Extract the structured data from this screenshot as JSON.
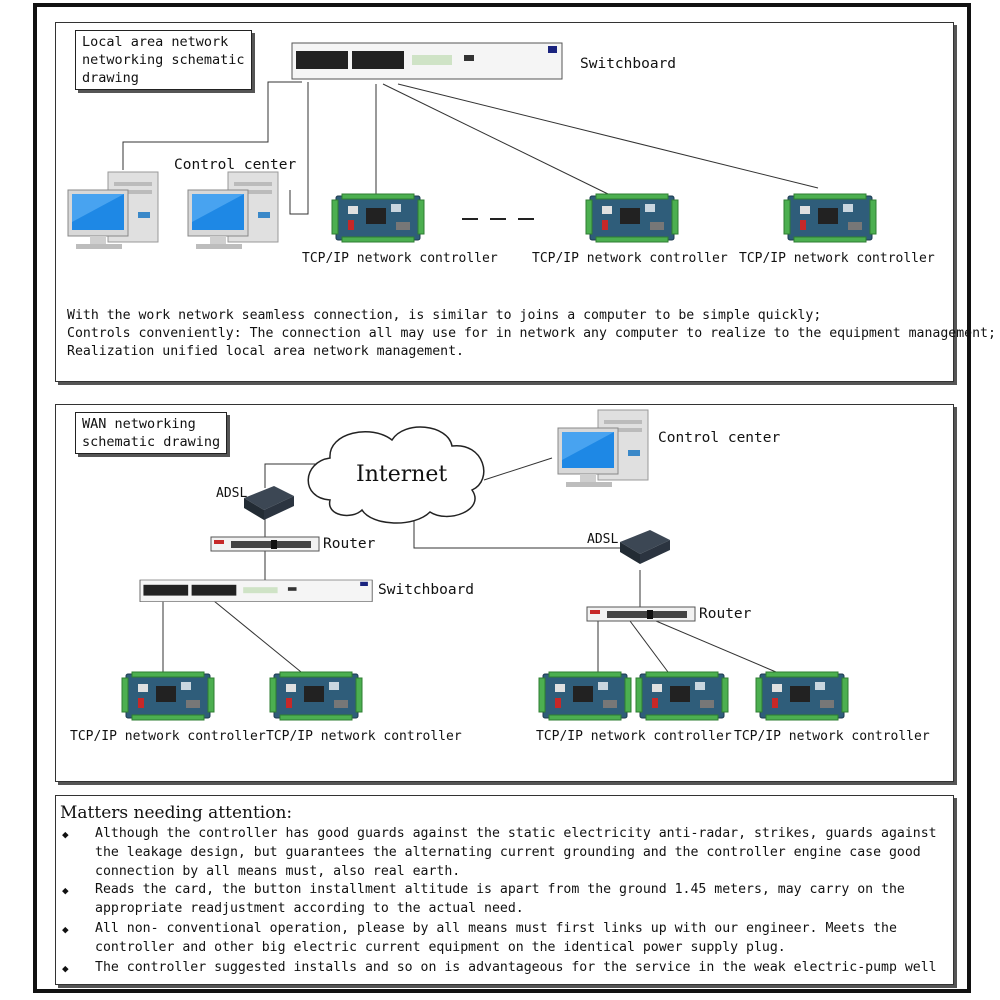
{
  "lan": {
    "tag": "Local area network\nnetworking schematic\ndrawing",
    "switchboard_label": "Switchboard",
    "control_center_label": "Control center",
    "controller_labels": [
      "TCP/IP network controller",
      "TCP/IP network controller",
      "TCP/IP network controller"
    ],
    "description": [
      "With the work network seamless connection, is similar to joins a computer to be simple quickly;",
      "Controls conveniently: The connection all may use for in network any computer to realize to the equipment management;",
      "Realization unified local area network management."
    ]
  },
  "wan": {
    "tag": "WAN networking\nschematic drawing",
    "internet_label": "Internet",
    "control_center_label": "Control center",
    "adsl_left": "ADSL",
    "adsl_right": "ADSL",
    "router_left": "Router",
    "router_right": "Router",
    "switchboard_label": "Switchboard",
    "controller_labels": [
      "TCP/IP network controller",
      "TCP/IP network controller",
      "TCP/IP network controller",
      "TCP/IP network controller"
    ]
  },
  "notes": {
    "title": "Matters needing attention:",
    "bullet_glyph": "◆",
    "items": [
      "Although the controller has good guards against the static electricity anti-radar, strikes, guards against the leakage design, but guarantees the alternating current grounding and the controller engine case good connection by all means must, also real earth.",
      "Reads the card, the button installment altitude is apart from the ground 1.45 meters, may carry on the appropriate readjustment according to the actual need.",
      "All non- conventional operation, please by all means must first links up with our engineer. Meets the controller and other big electric current equipment on the identical power supply plug.",
      "The controller suggested installs and so on is advantageous for the service in the weak electric-pump well"
    ]
  },
  "colors": {
    "pcb": "#2f5d7a",
    "terminal": "#4caf50",
    "screen": "#1e88e5",
    "case": "#e0e0e0",
    "adsl": "#2b3440"
  }
}
